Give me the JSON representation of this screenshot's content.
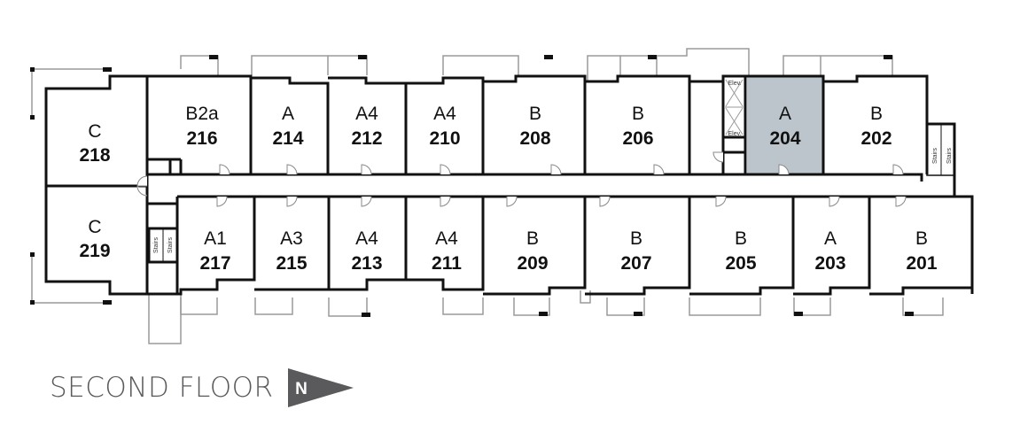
{
  "plan": {
    "title": "SECOND FLOOR",
    "north_label": "N",
    "highlight_color": "#bcc5cc",
    "highlighted_unit": "204",
    "units_top": [
      {
        "number": "218",
        "type": "C"
      },
      {
        "number": "216",
        "type": "B2a"
      },
      {
        "number": "214",
        "type": "A"
      },
      {
        "number": "212",
        "type": "A4"
      },
      {
        "number": "210",
        "type": "A4"
      },
      {
        "number": "208",
        "type": "B"
      },
      {
        "number": "206",
        "type": "B"
      },
      {
        "number": "204",
        "type": "A"
      },
      {
        "number": "202",
        "type": "B"
      }
    ],
    "units_bottom": [
      {
        "number": "219",
        "type": "C"
      },
      {
        "number": "217",
        "type": "A1"
      },
      {
        "number": "215",
        "type": "A3"
      },
      {
        "number": "213",
        "type": "A4"
      },
      {
        "number": "211",
        "type": "A4"
      },
      {
        "number": "209",
        "type": "B"
      },
      {
        "number": "207",
        "type": "B"
      },
      {
        "number": "205",
        "type": "B"
      },
      {
        "number": "203",
        "type": "A"
      },
      {
        "number": "201",
        "type": "B"
      }
    ],
    "labels": {
      "stairs": "Stairs",
      "elevator": "Elev."
    }
  }
}
